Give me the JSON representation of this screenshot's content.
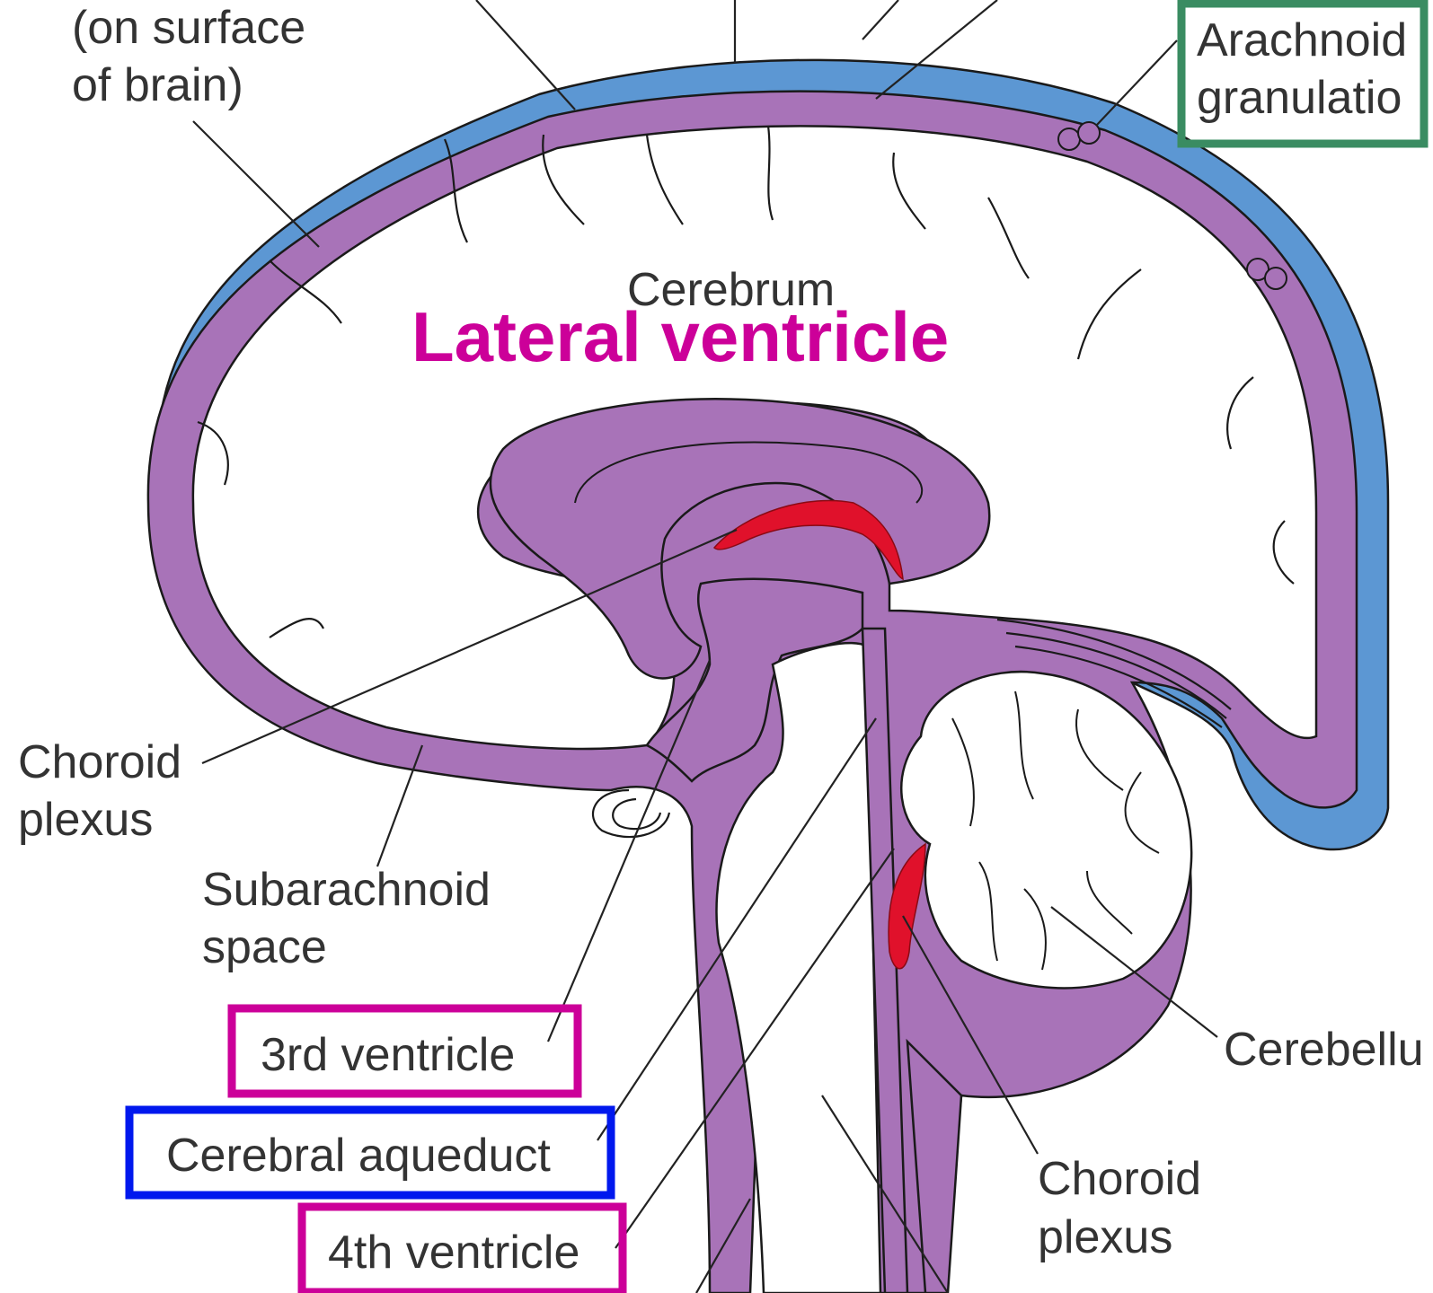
{
  "colors": {
    "csf_purple": "#a873b8",
    "sinus_blue": "#5c97d3",
    "choroid_red": "#e0112b",
    "highlight_magenta": "#cc0099",
    "highlight_blue": "#0018ee",
    "highlight_green": "#3a8c62",
    "label_text": "#333333"
  },
  "title": "Lateral ventricle",
  "labels": {
    "pia_line1": "(on surface",
    "pia_line2": "of brain)",
    "arachnoid_line1": "Arachnoid",
    "arachnoid_line2": "granulatio",
    "cerebrum": "Cerebrum",
    "choroid_left_line1": "Choroid",
    "choroid_left_line2": "plexus",
    "subarachnoid_line1": "Subarachnoid",
    "subarachnoid_line2": "space",
    "third_ventricle": "3rd ventricle",
    "cerebral_aqueduct": "Cerebral aqueduct",
    "fourth_ventricle": "4th ventricle",
    "cerebellum": "Cerebellu",
    "choroid_right_line1": "Choroid",
    "choroid_right_line2": "plexus"
  },
  "highlight_boxes": [
    {
      "label": "3rd ventricle",
      "color": "magenta"
    },
    {
      "label": "Cerebral aqueduct",
      "color": "blue"
    },
    {
      "label": "4th ventricle",
      "color": "magenta"
    },
    {
      "label": "Arachnoid granulation",
      "color": "green"
    }
  ]
}
